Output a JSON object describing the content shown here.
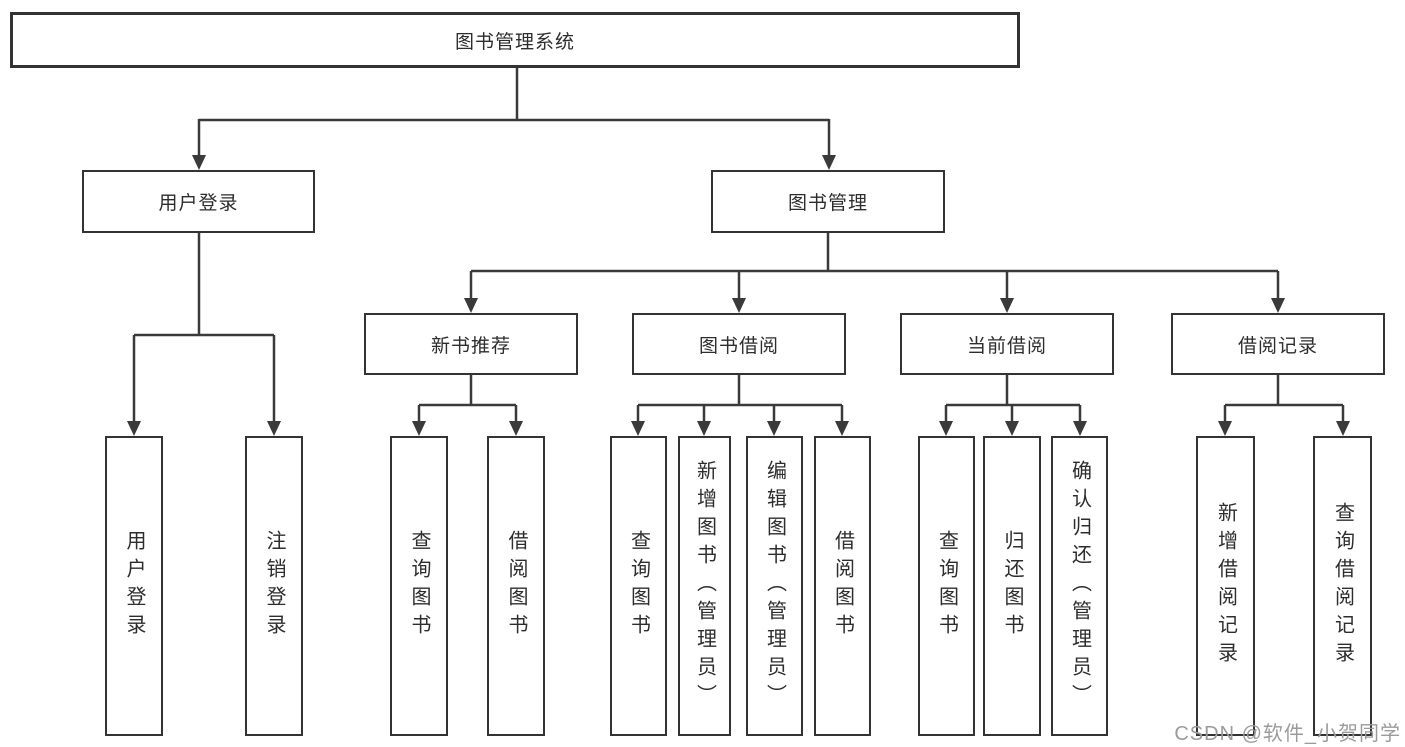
{
  "diagram": {
    "root": "图书管理系统",
    "branches": [
      {
        "label": "用户登录",
        "children": [
          "用户登录",
          "注销登录"
        ]
      },
      {
        "label": "图书管理",
        "children": [
          {
            "label": "新书推荐",
            "children": [
              "查询图书",
              "借阅图书"
            ]
          },
          {
            "label": "图书借阅",
            "children": [
              "查询图书",
              "新增图书（管理员）",
              "编辑图书（管理员）",
              "借阅图书"
            ]
          },
          {
            "label": "当前借阅",
            "children": [
              "查询图书",
              "归还图书",
              "确认归还（管理员）"
            ]
          },
          {
            "label": "借阅记录",
            "children": [
              "新增借阅记录",
              "查询借阅记录"
            ]
          }
        ]
      }
    ]
  },
  "watermark": {
    "text": "CSDN @软件_小贺同学"
  },
  "colors": {
    "line": "#3a3a3a",
    "box_border": "#333333",
    "text": "#2d2d2d",
    "watermark": "#9b9b9b",
    "background": "#ffffff"
  }
}
